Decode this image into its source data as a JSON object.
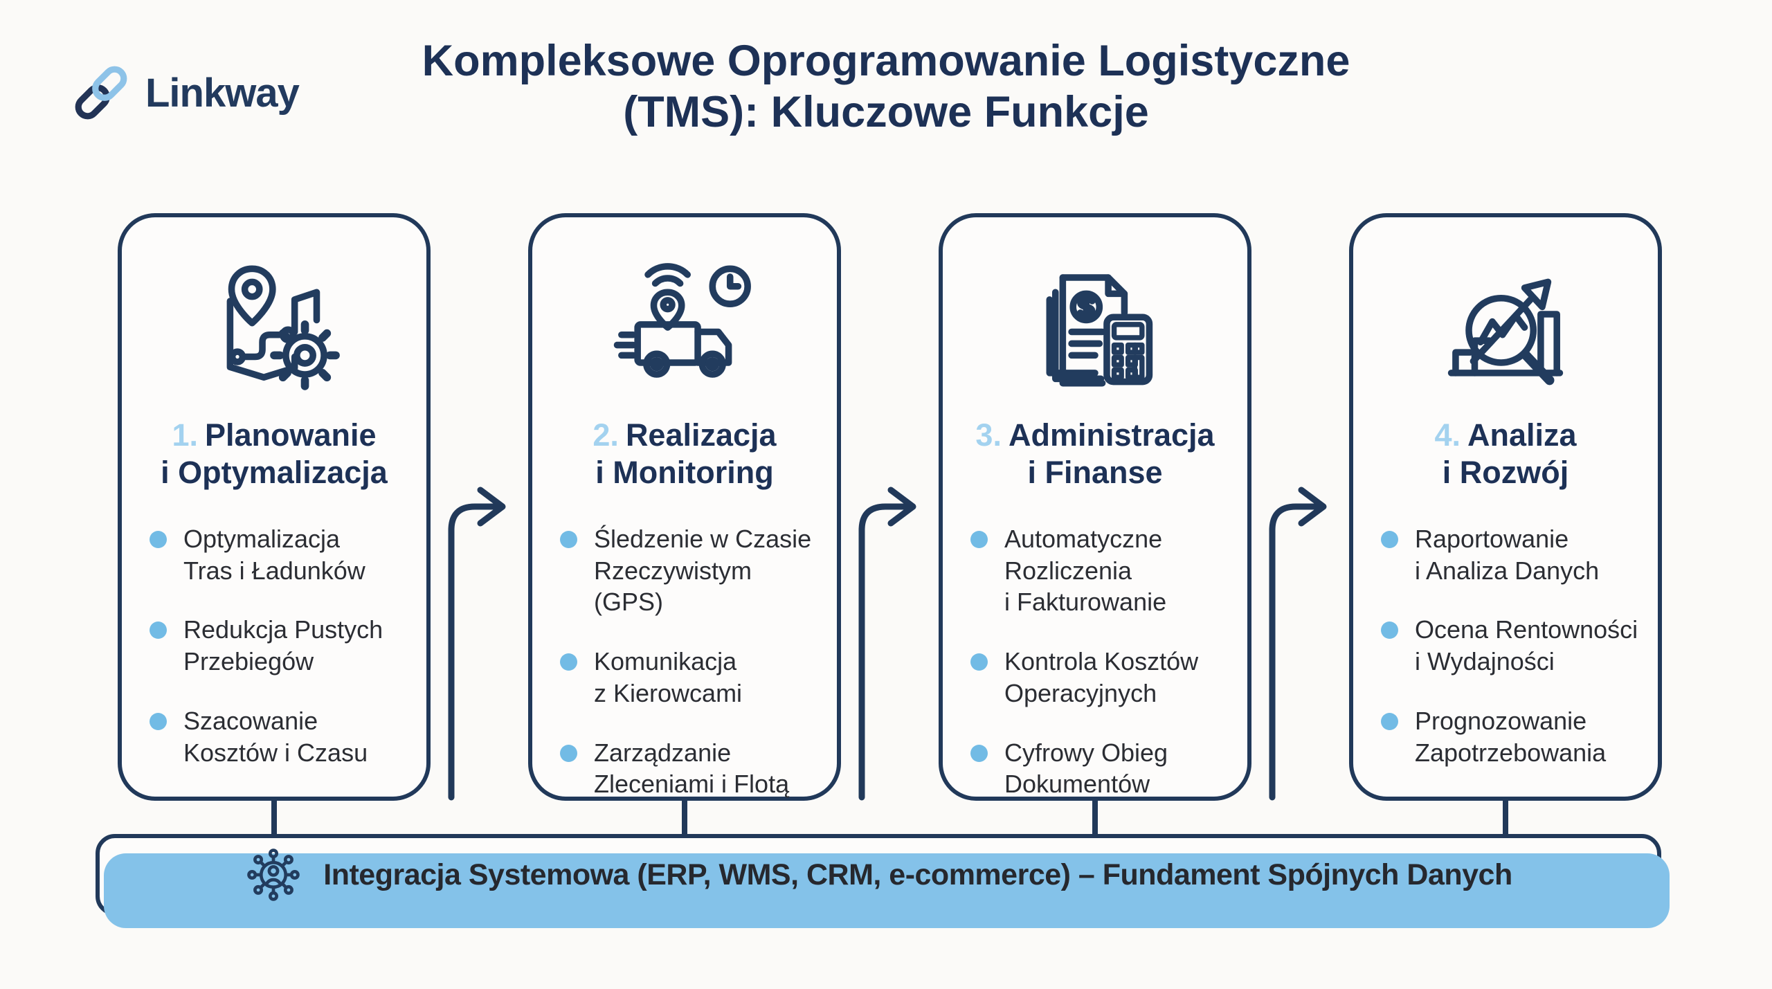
{
  "logo": {
    "text": "Linkway",
    "icon": "chain-link-icon"
  },
  "title": {
    "line1": "Kompleksowe Oprogramowanie Logistyczne",
    "line2": "(TMS): Kluczowe Funkcje"
  },
  "colors": {
    "navy": "#21395a",
    "accent_blue": "#84c2e9",
    "number_blue": "#a3d2ef",
    "bullet_dot_blue": "#72bbe5",
    "body_text": "#2b2d33",
    "background": "#fbfaf8"
  },
  "cards": [
    {
      "number": "1.",
      "heading_line1": "Planowanie",
      "heading_line2": "i Optymalizacja",
      "icon": "map-route-gear-icon",
      "bullets": [
        "Optymalizacja\nTras i Ładunków",
        "Redukcja Pustych\nPrzebiegów",
        "Szacowanie\nKosztów i Czasu"
      ]
    },
    {
      "number": "2.",
      "heading_line1": "Realizacja",
      "heading_line2": "i Monitoring",
      "icon": "gps-truck-clock-icon",
      "bullets": [
        "Śledzenie w Czasie\nRzeczywistym (GPS)",
        "Komunikacja\nz Kierowcami",
        "Zarządzanie\nZleceniami i Flotą"
      ]
    },
    {
      "number": "3.",
      "heading_line1": "Administracja",
      "heading_line2": "i Finanse",
      "icon": "invoice-calculator-icon",
      "bullets": [
        "Automatyczne\nRozliczenia\ni Fakturowanie",
        "Kontrola Kosztów\nOperacyjnych",
        "Cyfrowy Obieg\nDokumentów"
      ]
    },
    {
      "number": "4.",
      "heading_line1": "Analiza",
      "heading_line2": "i Rozwój",
      "icon": "chart-magnifier-growth-icon",
      "bullets": [
        "Raportowanie\ni Analiza Danych",
        "Ocena Rentowności\ni Wydajności",
        "Prognozowanie\nZapotrzebowania"
      ]
    }
  ],
  "footer": {
    "text": "Integracja Systemowa (ERP, WMS, CRM, e-commerce) – Fundament Spójnych Danych",
    "icon": "user-network-icon"
  }
}
